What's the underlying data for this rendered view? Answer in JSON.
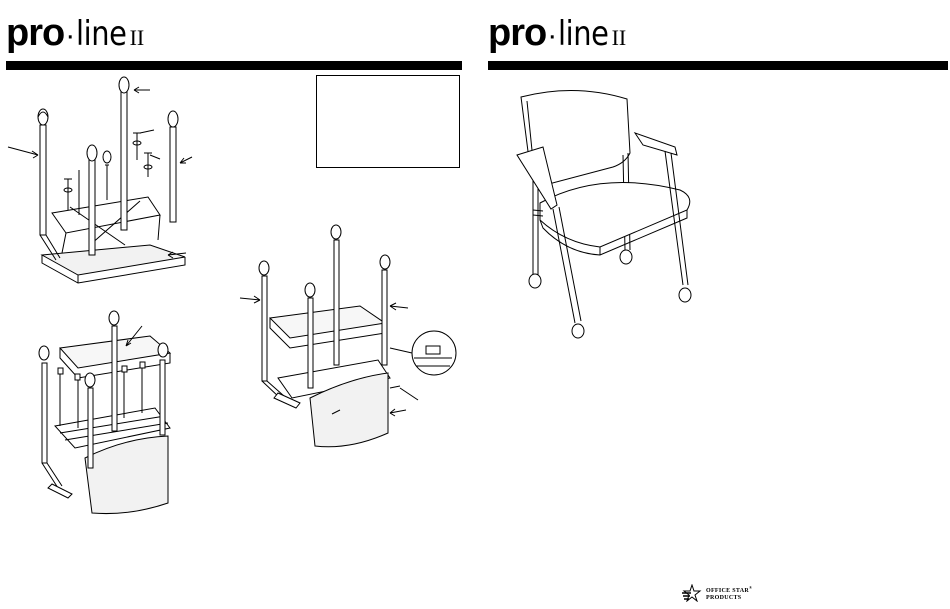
{
  "logo": {
    "pro": "pro",
    "dot": "·",
    "line": "line",
    "mark": "II"
  },
  "footer": {
    "brand_line1": "OFFICE STAR",
    "brand_line2": "PRODUCTS",
    "trademark": "®"
  }
}
